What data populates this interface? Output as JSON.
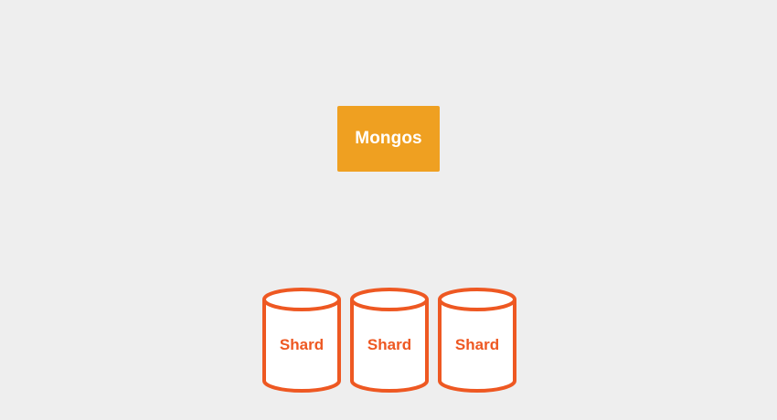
{
  "diagram": {
    "mongos": {
      "label": "Mongos"
    },
    "shards": [
      {
        "label": "Shard"
      },
      {
        "label": "Shard"
      },
      {
        "label": "Shard"
      }
    ]
  },
  "colors": {
    "background": "#eeeeee",
    "mongos_fill": "#efa021",
    "mongos_text": "#ffffff",
    "shard_stroke": "#ee5822",
    "shard_fill": "#ffffff",
    "shard_text": "#ee5822"
  }
}
